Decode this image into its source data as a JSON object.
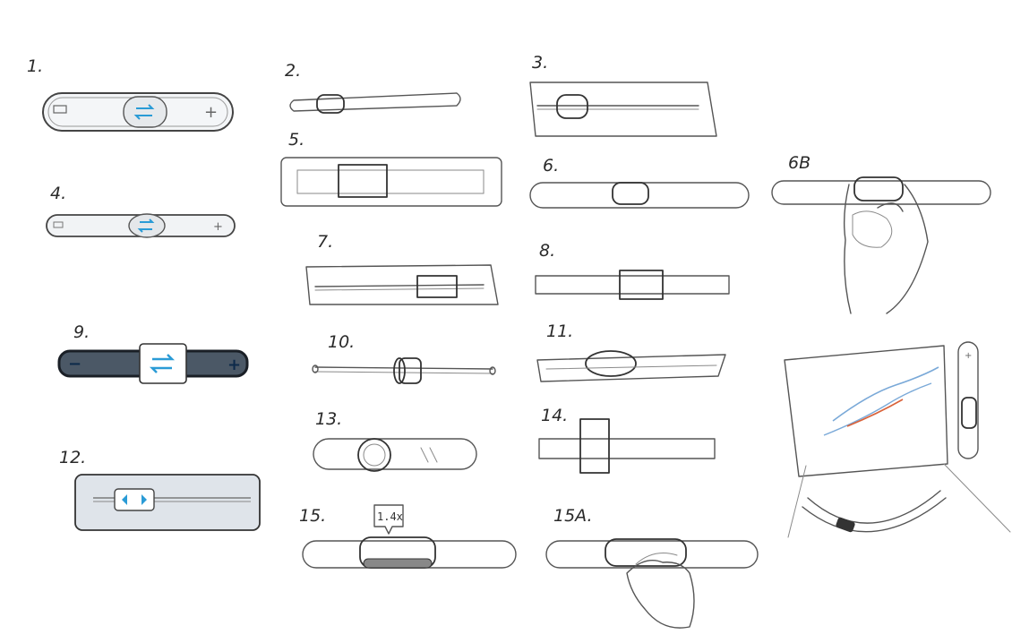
{
  "labels": {
    "s1": "1.",
    "s2": "2.",
    "s3": "3.",
    "s4": "4.",
    "s5": "5.",
    "s6": "6.",
    "s6b": "6B",
    "s7": "7.",
    "s8": "8.",
    "s9": "9.",
    "s10": "10.",
    "s11": "11.",
    "s12": "12.",
    "s13": "13.",
    "s14": "14.",
    "s15": "15.",
    "s15a": "15A."
  },
  "annotations": {
    "zoom_tag": "1.4x",
    "minus": "−",
    "plus": "+"
  },
  "colors": {
    "pencil": "#555555",
    "accent_blue": "#2a9bd6",
    "dark_slider": "#4b5866",
    "red_line": "#d9623a",
    "shade": "#dfe4ea"
  },
  "icons": [
    "swap-arrows-icon",
    "minus-icon",
    "plus-icon",
    "play-arrows-icon",
    "hand-sketch"
  ]
}
